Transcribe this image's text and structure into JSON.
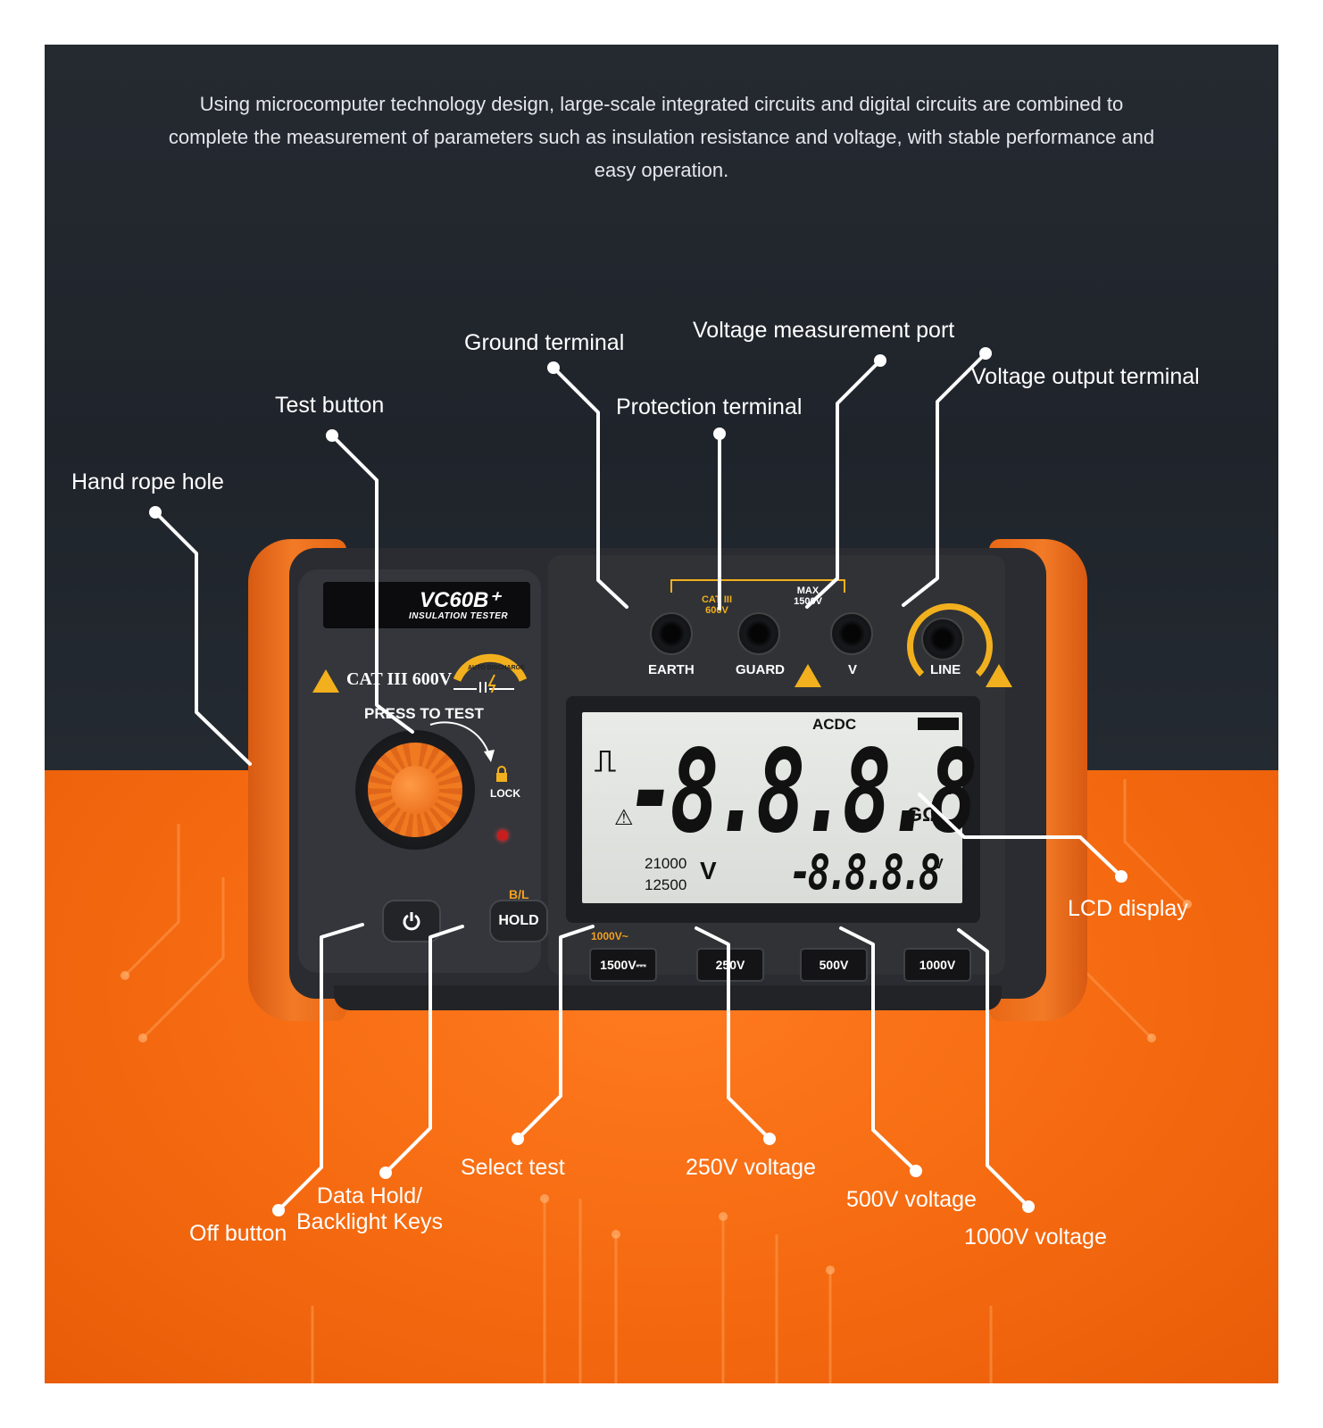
{
  "intro_text": "Using microcomputer technology design, large-scale integrated circuits and digital circuits are combined to complete the measurement of parameters such as insulation resistance and voltage, with stable performance and easy operation.",
  "callouts": {
    "ground_terminal": "Ground terminal",
    "voltage_measurement_port": "Voltage measurement port",
    "voltage_output_terminal": "Voltage output terminal",
    "test_button": "Test button",
    "protection_terminal": "Protection terminal",
    "hand_rope_hole": "Hand rope hole",
    "lcd_display": "LCD display",
    "select_test": "Select test",
    "v250": "250V voltage",
    "v500": "500V voltage",
    "v1000": "1000V voltage",
    "data_hold_line1": "Data Hold/",
    "data_hold_line2": "Backlight Keys",
    "off_button": "Off button"
  },
  "device": {
    "model": "VC60B⁺",
    "model_sub": "INSULATION TESTER",
    "cat_rating": "CAT III 600V",
    "auto_discharge": "AUTO DISCHARGE",
    "press_to_test": "PRESS TO TEST",
    "lock": "LOCK",
    "bl_label": "B/L",
    "hold_button": "HOLD",
    "terminals": {
      "earth": "EARTH",
      "guard": "GUARD",
      "v": "V",
      "line": "LINE",
      "cat": "CAT III 600V",
      "max": "MAX 1500V"
    },
    "lcd": {
      "acdc": "ACDC",
      "main_digits": "-8.8.8.8",
      "unit_v": "V",
      "unit_gohm": "GΩ",
      "range1": "21000",
      "range2": "12500",
      "range_unit": "V",
      "sub_digits": "-8.8.8.8",
      "sub_unit": "V"
    },
    "voltage_note": "1000V~",
    "voltage_buttons": [
      "1500V⎓",
      "250V",
      "500V",
      "1000V"
    ]
  },
  "colors": {
    "dark_bg": "#1f242b",
    "orange_bg": "#f56a10",
    "bumper": "#ee7422",
    "accent_yellow": "#f2b01e"
  }
}
